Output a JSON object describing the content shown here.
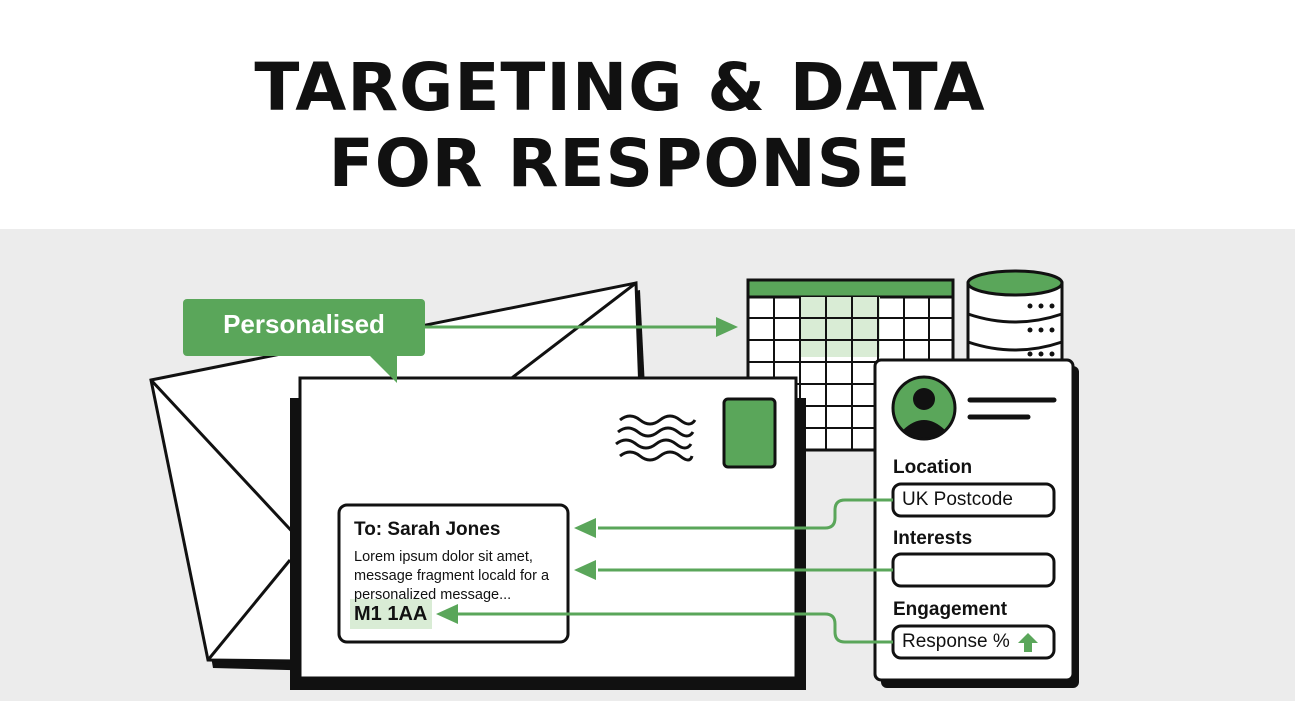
{
  "title": {
    "line1": "TARGETING & DATA",
    "line2": "FOR RESPONSE"
  },
  "tag": {
    "label": "Personalised"
  },
  "letter": {
    "recipient": "To: Sarah Jones",
    "body": "Lorem ipsum dolor sit amet, message fragment locald for a personalized message...",
    "postcode": "M1 1AA"
  },
  "profile": {
    "location_label": "Location",
    "location_value": "UK Postcode",
    "interests_label": "Interests",
    "interests_value": "",
    "engagement_label": "Engagement",
    "engagement_value": "Response %"
  },
  "icons": [
    "envelope-icon",
    "stamp-icon",
    "postmark-icon",
    "spreadsheet-icon",
    "database-icon",
    "avatar-icon",
    "up-arrow-icon"
  ],
  "colors": {
    "accent": "#5aa65a",
    "accent_light": "#d9ecd5",
    "ink": "#111111",
    "background": "#ececec"
  }
}
